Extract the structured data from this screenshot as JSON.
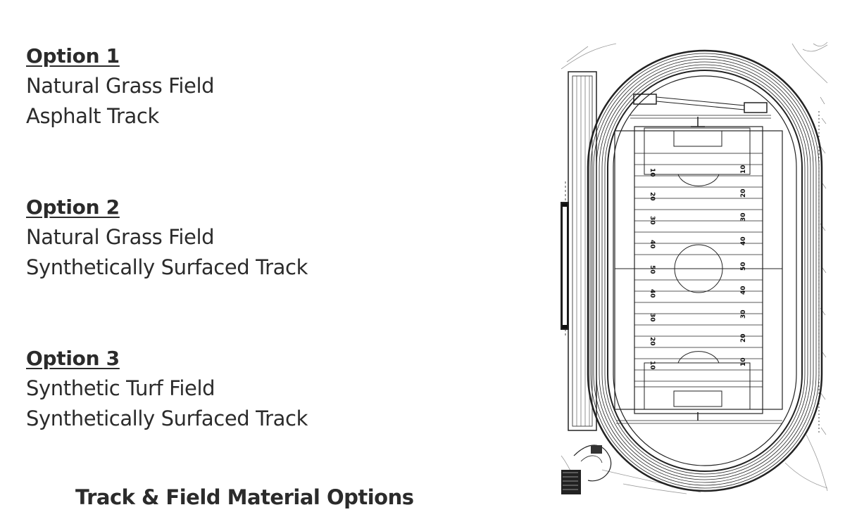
{
  "options": [
    {
      "title": "Option 1",
      "field": "Natural Grass Field",
      "track": "Asphalt Track"
    },
    {
      "title": "Option 2",
      "field": "Natural Grass Field",
      "track": "Synthetically Surfaced Track"
    },
    {
      "title": "Option 3",
      "field": "Synthetic Turf Field",
      "track": "Synthetically Surfaced Track"
    }
  ],
  "footer": {
    "title": "Track & Field Material Options"
  },
  "yard_labels": {
    "left": [
      "10",
      "20",
      "30",
      "40",
      "50",
      "40",
      "30",
      "20",
      "10"
    ],
    "right": [
      "10",
      "20",
      "30",
      "40",
      "50",
      "40",
      "30",
      "20",
      "10"
    ]
  }
}
